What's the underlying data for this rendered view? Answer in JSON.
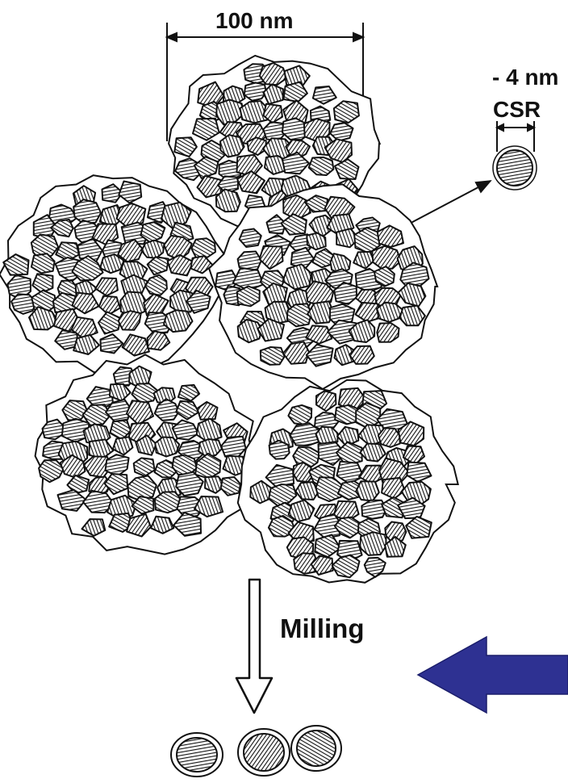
{
  "labels": {
    "size_agglomerate": "100 nm",
    "size_csr": "- 4 nm",
    "csr": "CSR",
    "process": "Milling"
  },
  "colors": {
    "ink": "#1a1a1a",
    "accent_arrow": "#2e3192"
  }
}
